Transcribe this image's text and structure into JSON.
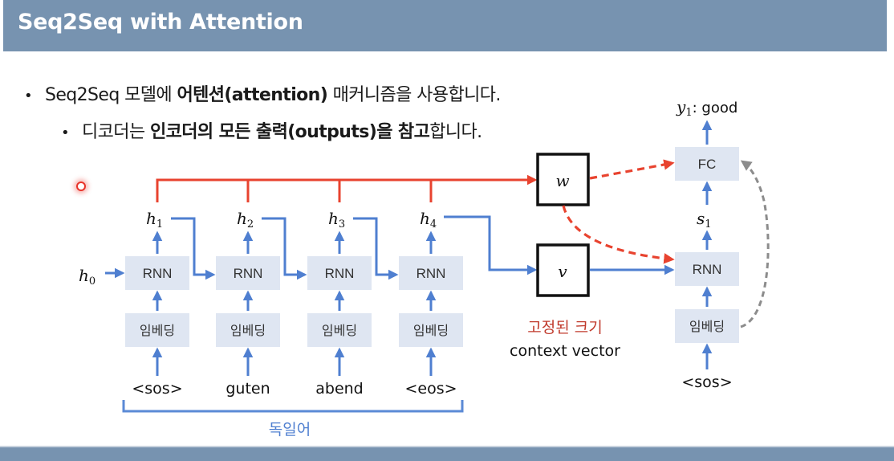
{
  "header": {
    "title": "Seq2Seq with Attention"
  },
  "bullets": [
    {
      "parts": [
        {
          "text": "Seq2Seq 모델에 ",
          "bold": false
        },
        {
          "text": "어텐션(attention)",
          "bold": true
        },
        {
          "text": " 매커니즘을 사용합니다.",
          "bold": false
        }
      ]
    },
    {
      "parts": [
        {
          "text": "디코더는 ",
          "bold": false
        },
        {
          "text": "인코더의 모든 출력(outputs)을 참고",
          "bold": true
        },
        {
          "text": "합니다.",
          "bold": false
        }
      ]
    }
  ],
  "bullet1": {
    "a": "Seq2Seq 모델에 ",
    "b": "어텐션(attention)",
    "c": " 매커니즘을 사용합니다."
  },
  "bullet2": {
    "a": "디코더는 ",
    "b": "인코더의 모든 출력(outputs)을 참고",
    "c": "합니다."
  },
  "bullet_glyph": "•",
  "diagram": {
    "encoder": {
      "initial_state": {
        "var": "h",
        "sub": "0"
      },
      "cells": [
        {
          "rnn": "RNN",
          "embed": "임베딩",
          "token": "<sos>",
          "hidden": {
            "var": "h",
            "sub": "1"
          }
        },
        {
          "rnn": "RNN",
          "embed": "임베딩",
          "token": "guten",
          "hidden": {
            "var": "h",
            "sub": "2"
          }
        },
        {
          "rnn": "RNN",
          "embed": "임베딩",
          "token": "abend",
          "hidden": {
            "var": "h",
            "sub": "3"
          }
        },
        {
          "rnn": "RNN",
          "embed": "임베딩",
          "token": "<eos>",
          "hidden": {
            "var": "h",
            "sub": "4"
          }
        }
      ],
      "language_label": "독일어"
    },
    "attention_box": {
      "label": "w"
    },
    "context_box": {
      "label": "v"
    },
    "context_caption": {
      "highlight": "고정된 크기",
      "text": "context vector"
    },
    "decoder": {
      "output": {
        "var": "y",
        "sub": "1",
        "sep": ": ",
        "word": "good"
      },
      "fc": "FC",
      "state": {
        "var": "s",
        "sub": "1"
      },
      "rnn": "RNN",
      "embed": "임베딩",
      "token": "<sos>"
    }
  },
  "colors": {
    "header_bg": "#7793b0",
    "attention_red": "#e8432f",
    "flow_blue": "#4f7fd0",
    "box_fill": "#dfe6f2",
    "caption_red": "#c0392b",
    "bracket_blue": "#5b8ad6",
    "feedback_gray": "#8c8c8c"
  }
}
